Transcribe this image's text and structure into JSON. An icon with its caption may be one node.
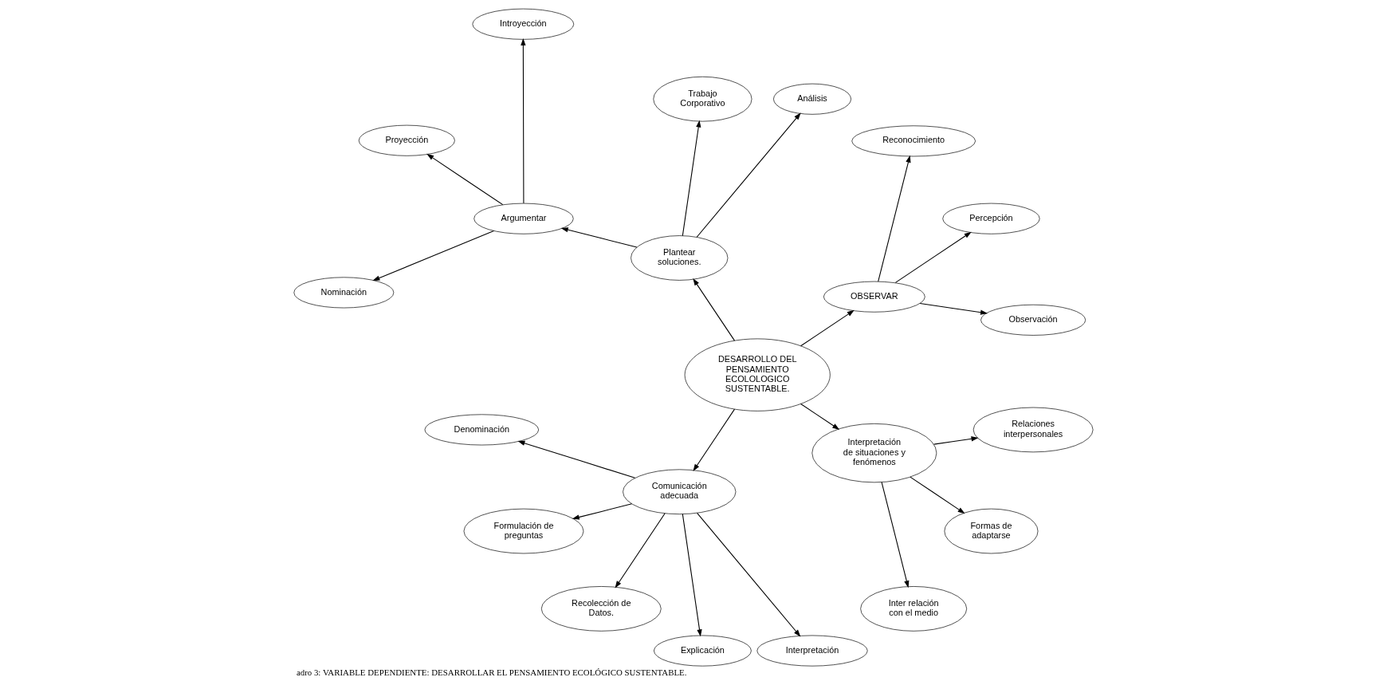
{
  "diagram": {
    "caption": "adro 3: VARIABLE DEPENDIENTE: DESARROLLAR EL PENSAMIENTO ECOLÓGICO SUSTENTABLE.",
    "nodes": [
      {
        "text": [
          "DESARROLLO DEL PENSAMIENTO ECOLOLOGICO SUSTENTABLE."
        ]
      },
      {
        "text": [
          "OBSERVAR"
        ]
      },
      {
        "text": [
          "Observación"
        ]
      },
      {
        "text": [
          "Percepción"
        ]
      },
      {
        "text": [
          "Reconocimiento"
        ]
      },
      {
        "text": [
          "Plantear soluciones."
        ]
      },
      {
        "text": [
          "Análisis"
        ]
      },
      {
        "text": [
          "Trabajo Corporativo"
        ]
      },
      {
        "text": [
          "Argumentar"
        ]
      },
      {
        "text": [
          "Introyección"
        ]
      },
      {
        "text": [
          "Proyección"
        ]
      },
      {
        "text": [
          "Nominación"
        ]
      },
      {
        "text": [
          "Comunicación adecuada"
        ]
      },
      {
        "text": [
          "Denominación"
        ]
      },
      {
        "text": [
          "Formulación de preguntas"
        ]
      },
      {
        "text": [
          "Recolección de Datos."
        ]
      },
      {
        "text": [
          "Explicación"
        ]
      },
      {
        "text": [
          "Interpretación"
        ]
      },
      {
        "text": [
          "Interpretación de situaciones y fenómenos"
        ]
      },
      {
        "text": [
          "Inter relación con el medio"
        ]
      },
      {
        "text": [
          "Formas de adaptarse"
        ]
      },
      {
        "text": [
          "Relaciones interpersonales"
        ]
      }
    ],
    "edges": [
      {
        "from": 0,
        "to": 1,
        "arrow": "to"
      },
      {
        "from": 0,
        "to": 5,
        "arrow": "to"
      },
      {
        "from": 0,
        "to": 12,
        "arrow": "to"
      },
      {
        "from": 0,
        "to": 18,
        "arrow": "to"
      },
      {
        "from": 1,
        "to": 2,
        "arrow": "to"
      },
      {
        "from": 1,
        "to": 3,
        "arrow": "to"
      },
      {
        "from": 1,
        "to": 4,
        "arrow": "to"
      },
      {
        "from": 5,
        "to": 6,
        "arrow": "to"
      },
      {
        "from": 5,
        "to": 7,
        "arrow": "to"
      },
      {
        "from": 5,
        "to": 8,
        "arrow": "to"
      },
      {
        "from": 8,
        "to": 9,
        "arrow": "to"
      },
      {
        "from": 8,
        "to": 10,
        "arrow": "to"
      },
      {
        "from": 8,
        "to": 11,
        "arrow": "to"
      },
      {
        "from": 12,
        "to": 13,
        "arrow": "to"
      },
      {
        "from": 12,
        "to": 14,
        "arrow": "to"
      },
      {
        "from": 12,
        "to": 15,
        "arrow": "to"
      },
      {
        "from": 12,
        "to": 16,
        "arrow": "to"
      },
      {
        "from": 12,
        "to": 17,
        "arrow": "to"
      },
      {
        "from": 18,
        "to": 19,
        "arrow": "to"
      },
      {
        "from": 18,
        "to": 20,
        "arrow": "to"
      },
      {
        "from": 18,
        "to": 21,
        "arrow": "to"
      }
    ]
  }
}
